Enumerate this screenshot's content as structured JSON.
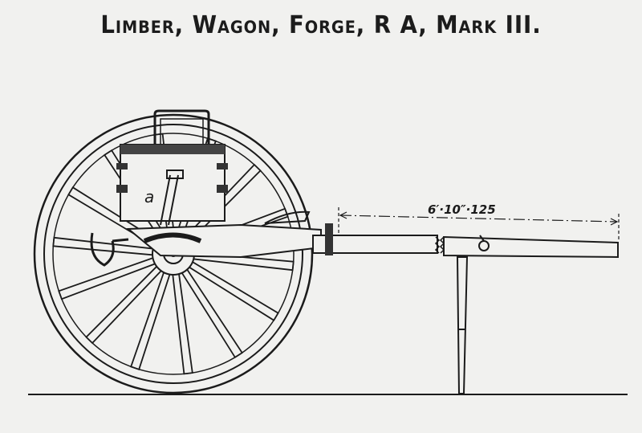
{
  "title": "Limber, Wagon, Forge, R A, Mark III.",
  "drawing": {
    "box_label": "a",
    "dimension_label": "6′·10″·125",
    "ink_color": "#1b1b1b",
    "paper_color": "#f1f1ef"
  }
}
